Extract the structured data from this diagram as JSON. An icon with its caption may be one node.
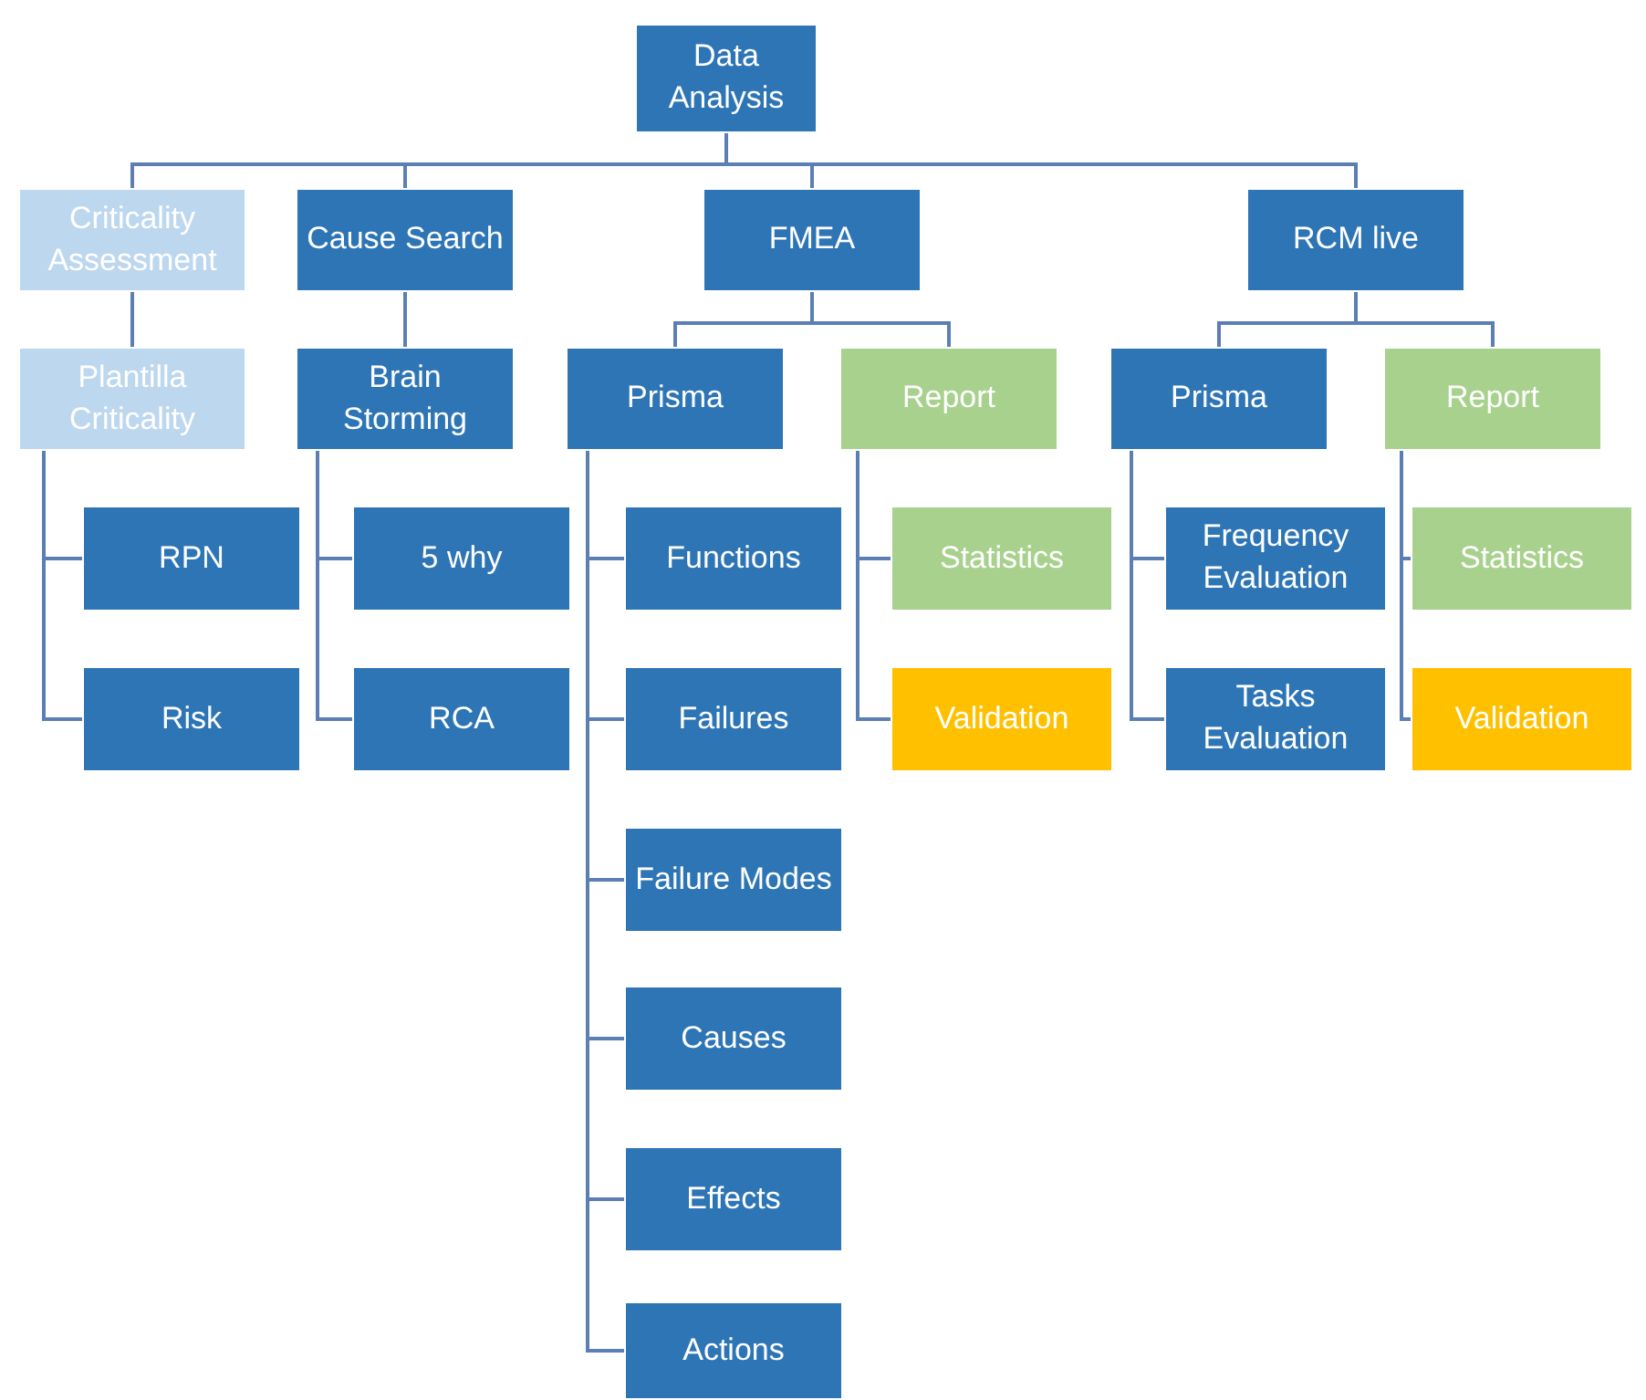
{
  "diagram": {
    "nodes": [
      {
        "text": [
          "Data Analysis"
        ]
      },
      {
        "text": [
          "Criticality Assessment"
        ]
      },
      {
        "text": [
          "Cause Search"
        ]
      },
      {
        "text": [
          "FMEA"
        ]
      },
      {
        "text": [
          "RCM live"
        ]
      },
      {
        "text": [
          "Plantilla Criticality"
        ]
      },
      {
        "text": [
          "Brain Storming"
        ]
      },
      {
        "text": [
          "Prisma"
        ]
      },
      {
        "text": [
          "Report"
        ]
      },
      {
        "text": [
          "Prisma"
        ]
      },
      {
        "text": [
          "Report"
        ]
      },
      {
        "text": [
          "RPN"
        ]
      },
      {
        "text": [
          "Risk"
        ]
      },
      {
        "text": [
          "5 why"
        ]
      },
      {
        "text": [
          "RCA"
        ]
      },
      {
        "text": [
          "Functions"
        ]
      },
      {
        "text": [
          "Failures"
        ]
      },
      {
        "text": [
          "Failure Modes"
        ]
      },
      {
        "text": [
          "Causes"
        ]
      },
      {
        "text": [
          "Effects"
        ]
      },
      {
        "text": [
          "Actions"
        ]
      },
      {
        "text": [
          "Statistics"
        ]
      },
      {
        "text": [
          "Validation"
        ]
      },
      {
        "text": [
          "Frequency Evaluation"
        ]
      },
      {
        "text": [
          "Tasks Evaluation"
        ]
      },
      {
        "text": [
          "Statistics"
        ]
      },
      {
        "text": [
          "Validation"
        ]
      }
    ],
    "edges": [
      {
        "from": 0,
        "to": 1,
        "arrow": "none"
      },
      {
        "from": 0,
        "to": 2,
        "arrow": "none"
      },
      {
        "from": 0,
        "to": 3,
        "arrow": "none"
      },
      {
        "from": 0,
        "to": 4,
        "arrow": "none"
      },
      {
        "from": 1,
        "to": 5,
        "arrow": "none"
      },
      {
        "from": 2,
        "to": 6,
        "arrow": "none"
      },
      {
        "from": 3,
        "to": 7,
        "arrow": "none"
      },
      {
        "from": 3,
        "to": 8,
        "arrow": "none"
      },
      {
        "from": 4,
        "to": 9,
        "arrow": "none"
      },
      {
        "from": 4,
        "to": 10,
        "arrow": "none"
      },
      {
        "from": 5,
        "to": 11,
        "arrow": "none"
      },
      {
        "from": 5,
        "to": 12,
        "arrow": "none"
      },
      {
        "from": 6,
        "to": 13,
        "arrow": "none"
      },
      {
        "from": 6,
        "to": 14,
        "arrow": "none"
      },
      {
        "from": 7,
        "to": 15,
        "arrow": "none"
      },
      {
        "from": 7,
        "to": 16,
        "arrow": "none"
      },
      {
        "from": 7,
        "to": 17,
        "arrow": "none"
      },
      {
        "from": 7,
        "to": 18,
        "arrow": "none"
      },
      {
        "from": 7,
        "to": 19,
        "arrow": "none"
      },
      {
        "from": 7,
        "to": 20,
        "arrow": "none"
      },
      {
        "from": 8,
        "to": 21,
        "arrow": "none"
      },
      {
        "from": 8,
        "to": 22,
        "arrow": "none"
      },
      {
        "from": 9,
        "to": 23,
        "arrow": "none"
      },
      {
        "from": 9,
        "to": 24,
        "arrow": "none"
      },
      {
        "from": 10,
        "to": 25,
        "arrow": "none"
      },
      {
        "from": 10,
        "to": 26,
        "arrow": "none"
      }
    ]
  }
}
